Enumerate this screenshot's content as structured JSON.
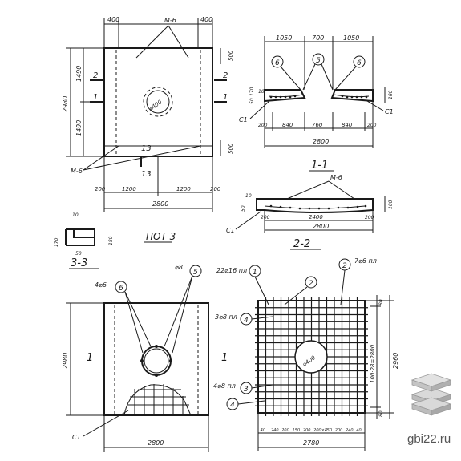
{
  "drawing": {
    "plan": {
      "dims_top": [
        "400",
        "400"
      ],
      "mark_m6": "М-6",
      "height_total": "2980",
      "height_upper": "1490",
      "height_lower": "1490",
      "right_dims": [
        "500",
        "500"
      ],
      "section_labels": [
        "2",
        "2",
        "1",
        "1"
      ],
      "hole_label": "⌀400",
      "section_13": [
        "13",
        "13"
      ],
      "mark_m6_bottom": "М-6",
      "bottom_dims": [
        "200",
        "1200",
        "1200",
        "200"
      ],
      "width_total": "2800"
    },
    "section_11": {
      "dims_top": [
        "1050",
        "700",
        "1050"
      ],
      "callouts": [
        "6",
        "5",
        "6"
      ],
      "left_dims": [
        "170",
        "50",
        "10"
      ],
      "right_dim": "180",
      "c1_left": "С1",
      "c1_right": "С1",
      "bottom_dims": [
        "200",
        "840",
        "760",
        "840",
        "200"
      ],
      "width_total": "2800",
      "title": "1-1"
    },
    "section_22": {
      "mark_m6": "М-6",
      "left_dims": [
        "50",
        "10"
      ],
      "right_dim": "180",
      "c1": "С1",
      "inner_dims": [
        "200",
        "2400",
        "200"
      ],
      "width_total": "2800",
      "title": "2-2"
    },
    "pot3": {
      "dims": [
        "10",
        "170",
        "50",
        "180"
      ],
      "title": "ПОТ 3"
    },
    "section_33": {
      "title": "3-3",
      "callout_6": "6",
      "callout_5": "5",
      "bar_label_4": "4⌀6",
      "bar_label_8": "⌀8",
      "label_1_left": "1",
      "label_1_right": "1",
      "height": "2980",
      "c1": "С1",
      "width": "2800"
    },
    "rebar": {
      "top_label_left": "22⌀16 пл",
      "callout_1": "1",
      "callout_2a": "2",
      "callout_2b": "2",
      "top_label_right": "7⌀6 пл",
      "left_label_1": "3⌀8 пл",
      "callout_4a": "4",
      "left_label_2": "4⌀8 пл",
      "callout_3": "3",
      "callout_4b": "4",
      "hole_label": "⌀400",
      "right_dims": [
        "80",
        "100·28=2800",
        "80"
      ],
      "height_total": "2960",
      "bottom_dims": [
        "40",
        "240",
        "200",
        "150",
        "200",
        "200×4",
        "150",
        "200",
        "240",
        "40"
      ],
      "width_total": "2780"
    }
  },
  "watermark": {
    "text": "gbi22.ru",
    "icon": "stacked-slabs-icon"
  }
}
